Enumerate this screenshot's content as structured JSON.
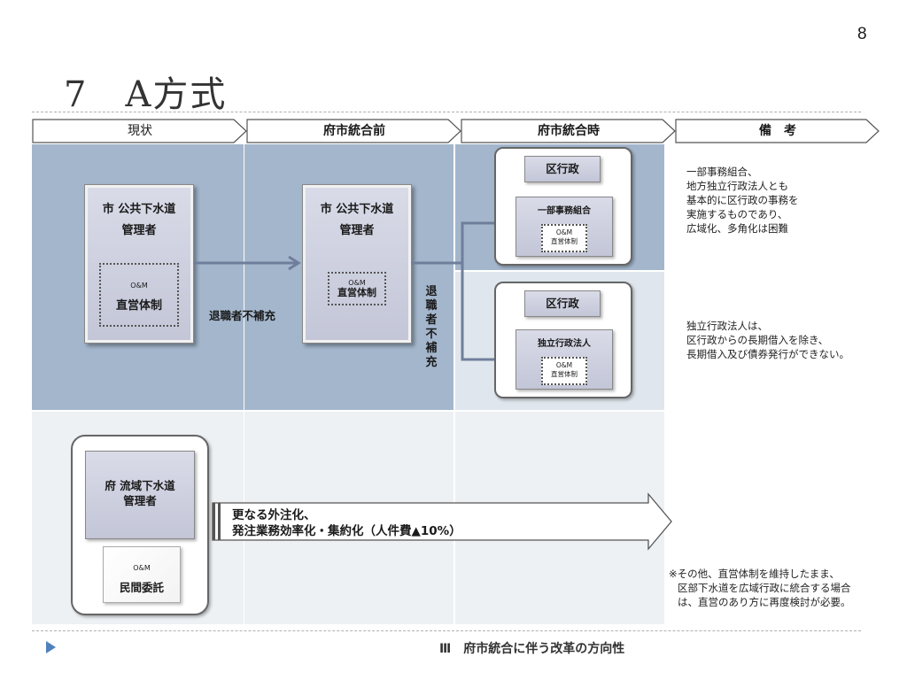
{
  "page_number": "8",
  "title": "7　A方式",
  "headers": {
    "current": "現状",
    "before": "府市統合前",
    "during": "府市統合時",
    "remarks": "備　考"
  },
  "city": {
    "box1_title1": "市 公共下水道",
    "box1_title2": "管理者",
    "om_label": "O&M",
    "direct_label": "直営体制",
    "arrow_label_h": "退職者不補充",
    "box2_title1": "市 公共下水道",
    "box2_title2": "管理者",
    "arrow_label_v": "退職者不補充"
  },
  "integration": {
    "upper_title": "区行政",
    "upper_inner": "一部事務組合",
    "upper_om": "O&M",
    "upper_direct": "直営体制",
    "lower_title": "区行政",
    "lower_inner": "独立行政法人",
    "lower_om": "O&M",
    "lower_direct": "直営体制"
  },
  "prefecture": {
    "title1": "府 流域下水道",
    "title2": "管理者",
    "om_label": "O&M",
    "private_label": "民間委託",
    "arrow_line1": "更なる外注化、",
    "arrow_line2": "発注業務効率化・集約化（人件費▲10%）"
  },
  "remarks": {
    "note1": [
      "一部事務組合、",
      "地方独立行政法人とも",
      "基本的に区行政の事務を",
      "実施するものであり、",
      "広域化、多角化は困難"
    ],
    "note2": [
      "独立行政法人は、",
      "区行政からの長期借入を除き、",
      "長期借入及び債券発行ができない。"
    ],
    "note3": [
      "※その他、直営体制を維持したまま、",
      "区部下水道を広域行政に統合する場合",
      "は、直営のあり方に再度検討が必要。"
    ]
  },
  "footer": {
    "section": "Ⅲ　府市統合に伴う改革の方向性"
  },
  "colors": {
    "panel_dark": "#a3b6cc",
    "panel_light": "#dfe6ed",
    "panel_lighter": "#edf1f4",
    "arrow": "#6f7f9b",
    "bullet": "#4f81bd"
  }
}
